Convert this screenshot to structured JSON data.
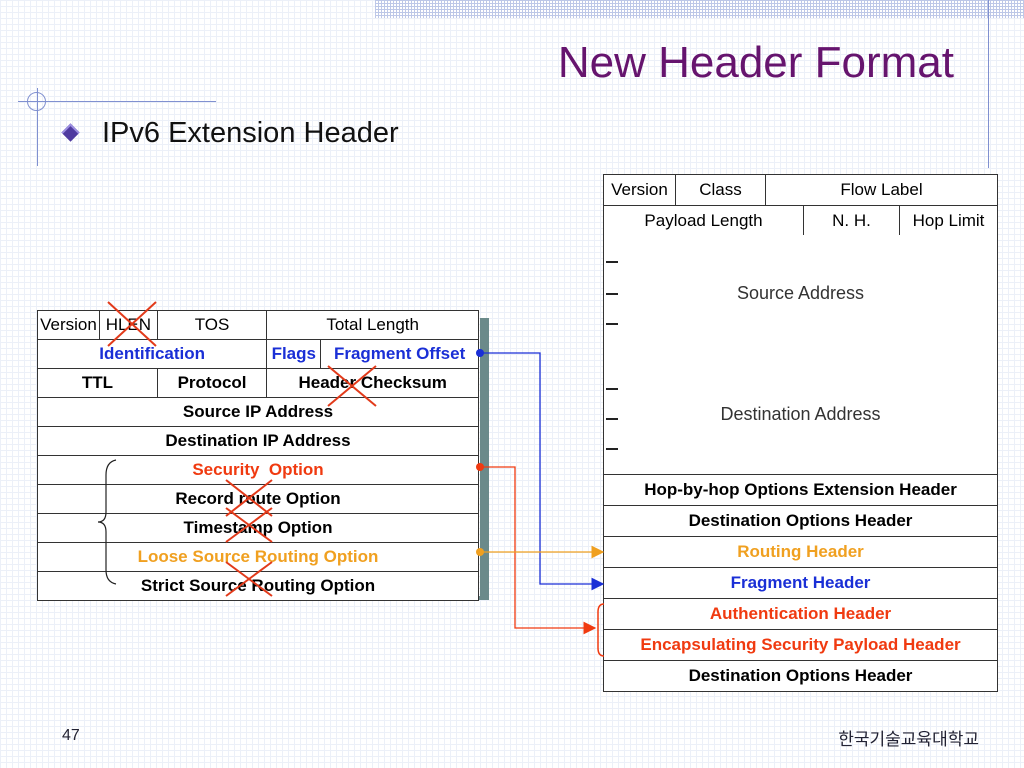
{
  "slide": {
    "title": "New Header Format",
    "subtitle": "IPv6 Extension Header",
    "page_number": "47",
    "organization": "한국기술교육대학교"
  },
  "ipv4": {
    "row1": [
      "Version",
      "HLEN",
      "TOS",
      "Total Length"
    ],
    "row2": [
      "Identification",
      "Flags",
      "Fragment Offset"
    ],
    "row3": [
      "TTL",
      "Protocol",
      "Header Checksum"
    ],
    "source": "Source IP Address",
    "destination": "Destination IP Address",
    "options": [
      "Security  Option",
      "Record route Option",
      "Timestamp Option",
      "Loose Source Routing Option",
      "Strict Source Routing Option"
    ]
  },
  "ipv6": {
    "row1": [
      "Version",
      "Class",
      "Flow Label"
    ],
    "row2": [
      "Payload Length",
      "N. H.",
      "Hop Limit"
    ],
    "source": "Source Address",
    "destination": "Destination Address",
    "extensions": [
      "Hop-by-hop Options Extension Header",
      "Destination Options Header",
      "Routing Header",
      "Fragment Header",
      "Authentication Header",
      "Encapsulating Security Payload Header",
      "Destination Options Header"
    ]
  },
  "colors": {
    "title": "#66146e",
    "fragment": "#1a2fd6",
    "security": "#f03a10",
    "routing": "#f0a020",
    "cross": "#e23a1a"
  }
}
